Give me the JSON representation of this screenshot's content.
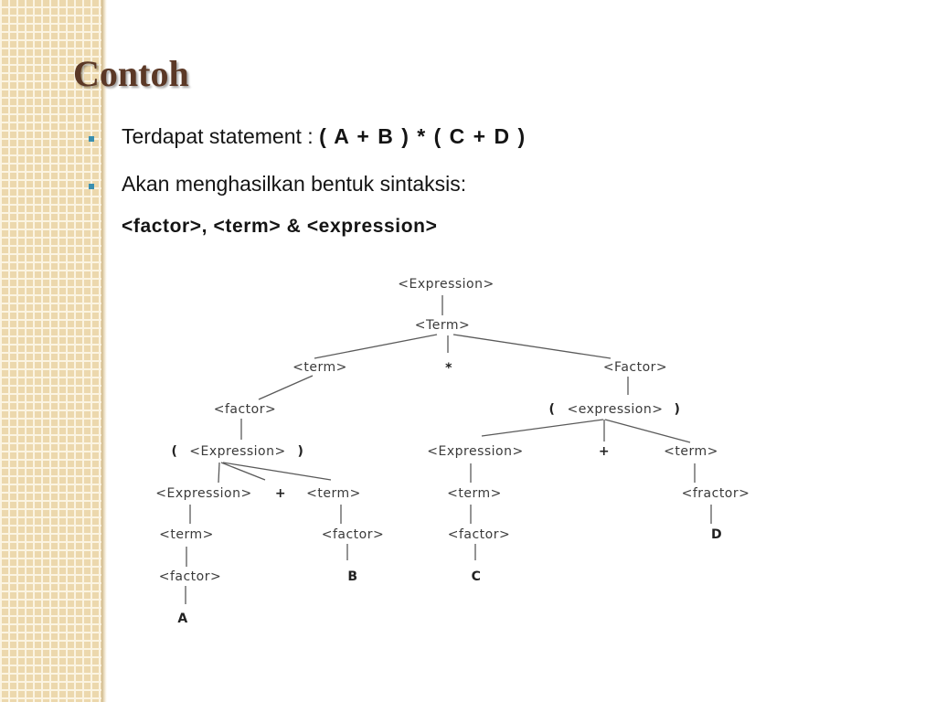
{
  "slide": {
    "title": "Contoh",
    "bullets": [
      {
        "text": "Terdapat statement : ",
        "emphasis": "( A + B ) * ( C + D )"
      },
      {
        "text": "Akan menghasilkan bentuk sintaksis:"
      }
    ],
    "syntax_forms": "<factor>, <term> & <expression>"
  },
  "colors": {
    "title": "#5b3826",
    "bullet": "#3a8fb0",
    "side": "#ecd8ad"
  },
  "diagram": {
    "tree": {
      "label": "<Expression>",
      "children": [
        {
          "label": "<Term>",
          "children": [
            {
              "label": "<term>",
              "children": [
                {
                  "label": "<factor>",
                  "children": [
                    {
                      "open": "(",
                      "label": "<Expression>",
                      "close": ")",
                      "children": [
                        {
                          "label": "<Expression>",
                          "children": [
                            {
                              "label": "<term>",
                              "children": [
                                {
                                  "label": "<factor>",
                                  "children": [
                                    {
                                      "label": "A"
                                    }
                                  ]
                                }
                              ]
                            }
                          ]
                        },
                        {
                          "label": "+"
                        },
                        {
                          "label": "<term>",
                          "children": [
                            {
                              "label": "<factor>",
                              "children": [
                                {
                                  "label": "B"
                                }
                              ]
                            }
                          ]
                        }
                      ]
                    }
                  ]
                }
              ]
            },
            {
              "label": "*"
            },
            {
              "label": "<Factor>",
              "children": [
                {
                  "open": "(",
                  "label": "<expression>",
                  "close": ")",
                  "children": [
                    {
                      "label": "<Expression>",
                      "children": [
                        {
                          "label": "<term>",
                          "children": [
                            {
                              "label": "<factor>",
                              "children": [
                                {
                                  "label": "C"
                                }
                              ]
                            }
                          ]
                        }
                      ]
                    },
                    {
                      "label": "+"
                    },
                    {
                      "label": "<term>",
                      "children": [
                        {
                          "label": "<fractor>",
                          "children": [
                            {
                              "label": "D"
                            }
                          ]
                        }
                      ]
                    }
                  ]
                }
              ]
            }
          ]
        }
      ]
    }
  }
}
